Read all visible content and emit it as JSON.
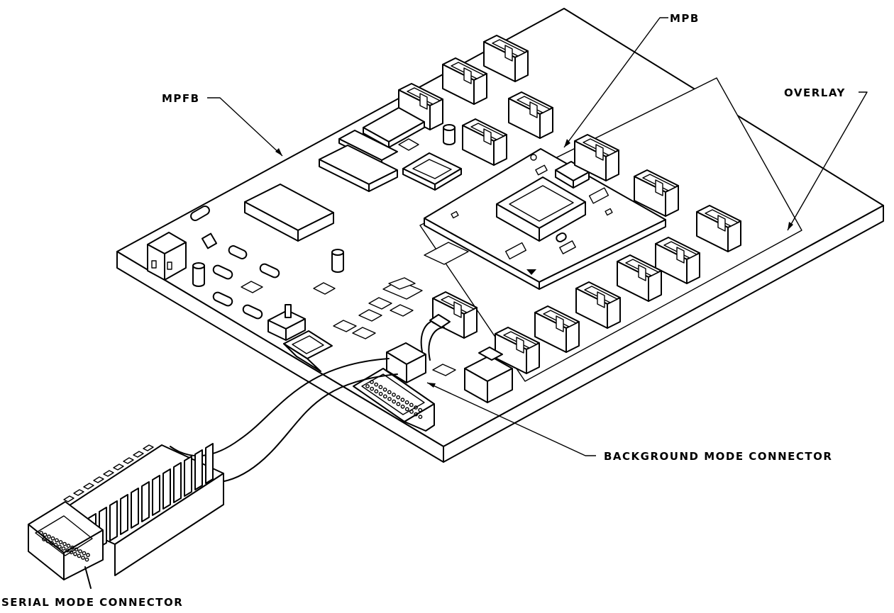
{
  "labels": {
    "mpb": "MPB",
    "mpfb": "MPFB",
    "overlay": "OVERLAY",
    "background_mode_connector": "BACKGROUND MODE CONNECTOR",
    "serial_mode_connector": "SERIAL MODE CONNECTOR"
  },
  "colors": {
    "line": "#000000",
    "background": "#ffffff"
  }
}
